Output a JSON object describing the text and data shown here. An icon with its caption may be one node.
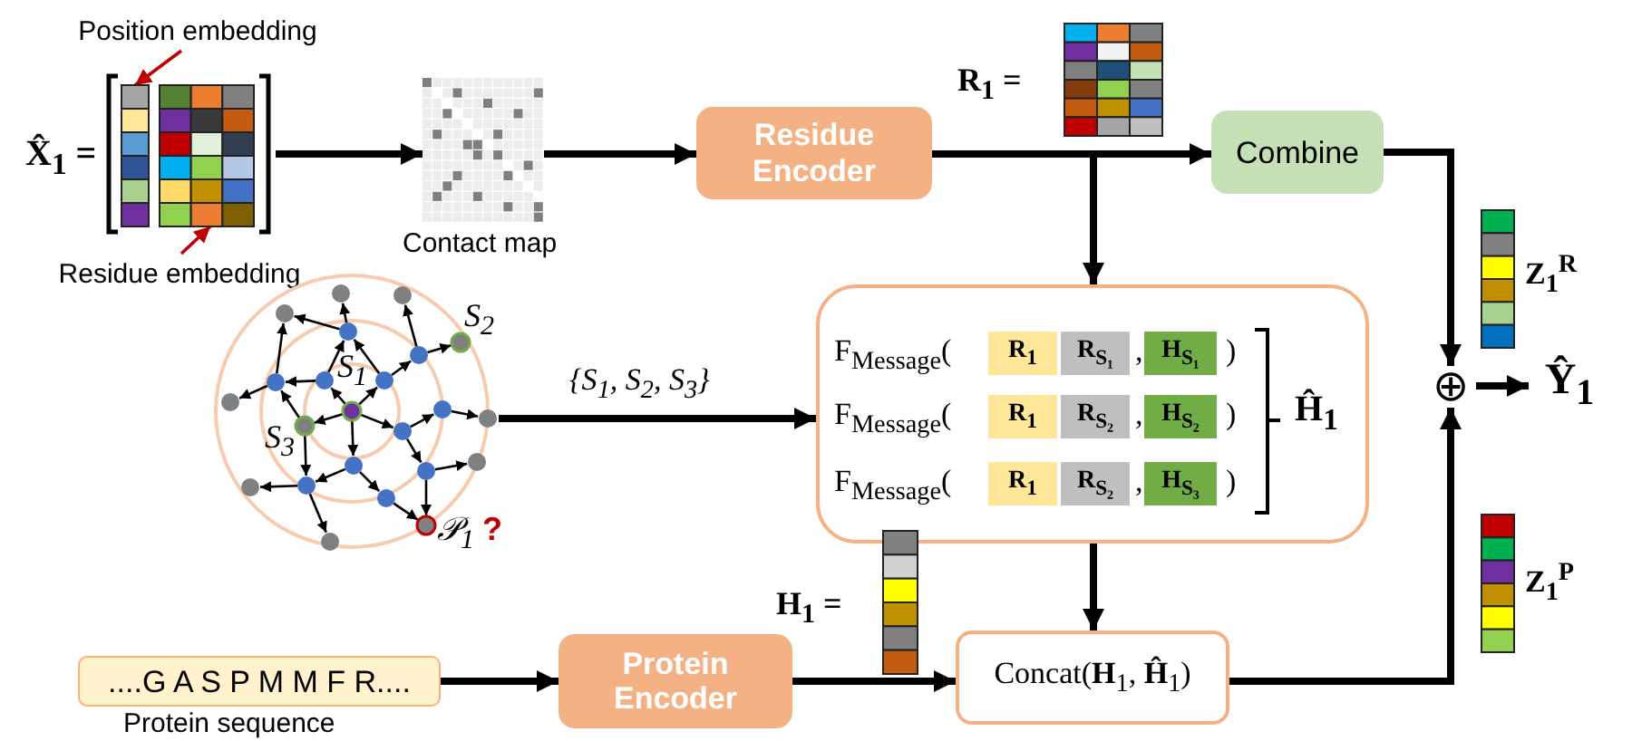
{
  "diagram": {
    "nodes": [
      {
        "text": [],
        "shape": "picture",
        "beside": [
          "X̂$_{1}$ ="
        ]
      },
      {
        "text": [],
        "shape": "bar",
        "in": 0
      },
      {
        "text": [],
        "shape": "picture",
        "in": 0
      },
      {
        "text": [
          "Position embedding"
        ]
      },
      {
        "text": [
          "Residue embedding"
        ]
      },
      {
        "text": [],
        "shape": "picture",
        "beside": [
          "Contact map"
        ]
      },
      {
        "text": [
          "Residue Encoder"
        ]
      },
      {
        "text": [],
        "shape": "picture",
        "beside": [
          "R$_{1}$ ="
        ]
      },
      {
        "text": [
          "Combine"
        ]
      },
      {
        "text": [],
        "shape": "picture"
      },
      {
        "text": [
          "F$_{Message}$(",
          ",",
          ")",
          "F$_{Message}$(",
          ",",
          ")",
          "F$_{Message}$(",
          ",",
          ")",
          "Ĥ$_{1}$"
        ]
      },
      {
        "text": [
          "R$_{1}$"
        ],
        "in": 10
      },
      {
        "text": [
          "R$_{S₁}$"
        ],
        "in": 10
      },
      {
        "text": [
          "H$_{S₁}$"
        ],
        "in": 10
      },
      {
        "text": [
          "R$_{1}$"
        ],
        "in": 10
      },
      {
        "text": [
          "R$_{S₂}$"
        ],
        "in": 10
      },
      {
        "text": [
          "H$_{S₂}$"
        ],
        "in": 10
      },
      {
        "text": [
          "R$_{1}$"
        ],
        "in": 10
      },
      {
        "text": [
          "R$_{S₂}$"
        ],
        "in": 10
      },
      {
        "text": [
          "H$_{S₃}$"
        ],
        "in": 10
      },
      {
        "text": [
          "⊕"
        ]
      },
      {
        "text": [
          "Ŷ$_{1}$"
        ]
      },
      {
        "text": [],
        "shape": "bar",
        "beside": [
          "Z$_{1}$$^{R}$"
        ]
      },
      {
        "text": [],
        "shape": "bar",
        "beside": [
          "Z$_{1}$$^{P}$"
        ]
      },
      {
        "text": [
          "....G A S P M M F R...."
        ],
        "beside": [
          "Protein sequence"
        ]
      },
      {
        "text": [
          "Protein Encoder"
        ]
      },
      {
        "text": [],
        "shape": "bar"
      },
      {
        "text": [
          "Concat(**H**$_{1}$, **Ĥ**$_{1}$)"
        ]
      }
    ],
    "edges": [
      {
        "from": 3,
        "to": 1,
        "arrow": "to",
        "color": "#c00000"
      },
      {
        "from": 4,
        "to": 2,
        "arrow": "to",
        "color": "#c00000"
      },
      {
        "from": 0,
        "to": 5,
        "arrow": "to"
      },
      {
        "from": 5,
        "to": 6,
        "arrow": "to"
      },
      {
        "from": 6,
        "to": 8,
        "arrow": "to"
      },
      {
        "from": 6,
        "to": 10,
        "arrow": "to"
      },
      {
        "from": 9,
        "to": 10,
        "arrow": "to",
        "label": "{S$_{1}$, S$_{2}$, S$_{3}$}"
      },
      {
        "from": 8,
        "to": 20,
        "arrow": "to"
      },
      {
        "from": 20,
        "to": 21,
        "arrow": "to"
      },
      {
        "from": 10,
        "to": 27,
        "arrow": "to"
      },
      {
        "from": 24,
        "to": 25,
        "arrow": "to"
      },
      {
        "from": 25,
        "to": 27,
        "arrow": "to"
      },
      {
        "from": 27,
        "to": 20,
        "arrow": "to"
      }
    ],
    "labels": [
      "S$_{2}$",
      "S$_{1}$",
      "S$_{3}$",
      "𝒫$_{1}$",
      "?",
      "H$_{1}$ ="
    ]
  }
}
